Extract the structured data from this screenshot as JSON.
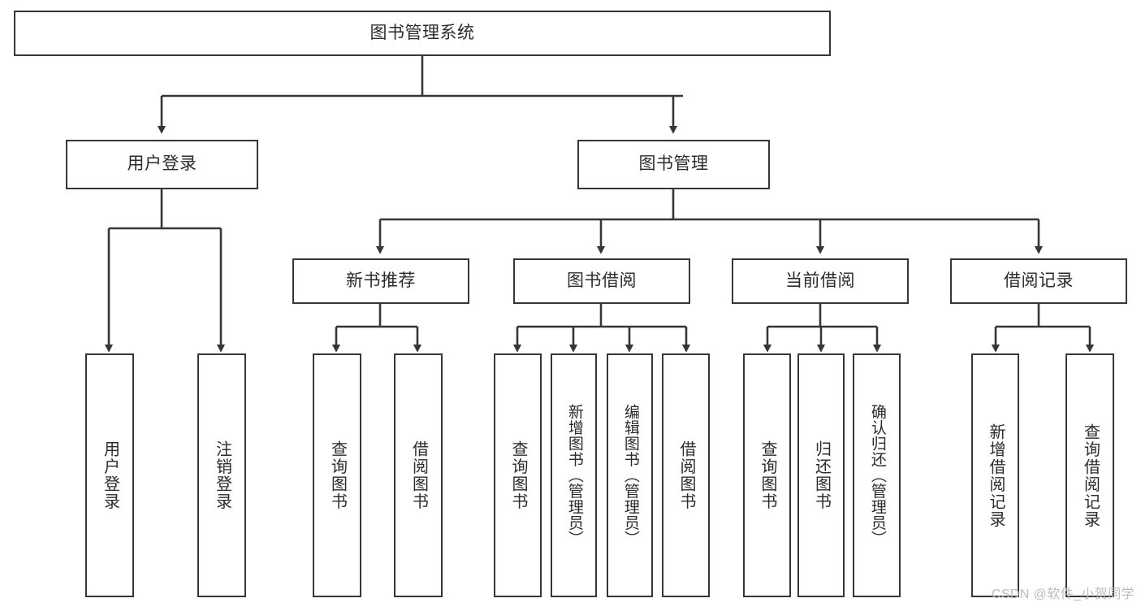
{
  "diagram": {
    "title": "图书管理系统",
    "type": "tree",
    "stroke_color": "#32373b",
    "fill_color": "#ffffff",
    "text_color": "#2b2b2b",
    "root": {
      "label": "图书管理系统"
    },
    "level2": [
      {
        "label": "用户登录"
      },
      {
        "label": "图书管理"
      }
    ],
    "level3": [
      {
        "label": "新书推荐"
      },
      {
        "label": "图书借阅"
      },
      {
        "label": "当前借阅"
      },
      {
        "label": "借阅记录"
      }
    ],
    "leaves": {
      "user_login": [
        {
          "label": "用户登录"
        },
        {
          "label": "注销登录"
        }
      ],
      "new_book": [
        {
          "label": "查询图书"
        },
        {
          "label": "借阅图书"
        }
      ],
      "book_borrow": [
        {
          "label": "查询图书"
        },
        {
          "label": "新增图书（管理员）"
        },
        {
          "label": "编辑图书（管理员）"
        },
        {
          "label": "借阅图书"
        }
      ],
      "current_borrow": [
        {
          "label": "查询图书"
        },
        {
          "label": "归还图书"
        },
        {
          "label": "确认归还（管理员）"
        }
      ],
      "borrow_record": [
        {
          "label": "新增借阅记录"
        },
        {
          "label": "查询借阅记录"
        }
      ]
    }
  },
  "watermark": {
    "text": "CSDN @软件_小贺同学"
  }
}
